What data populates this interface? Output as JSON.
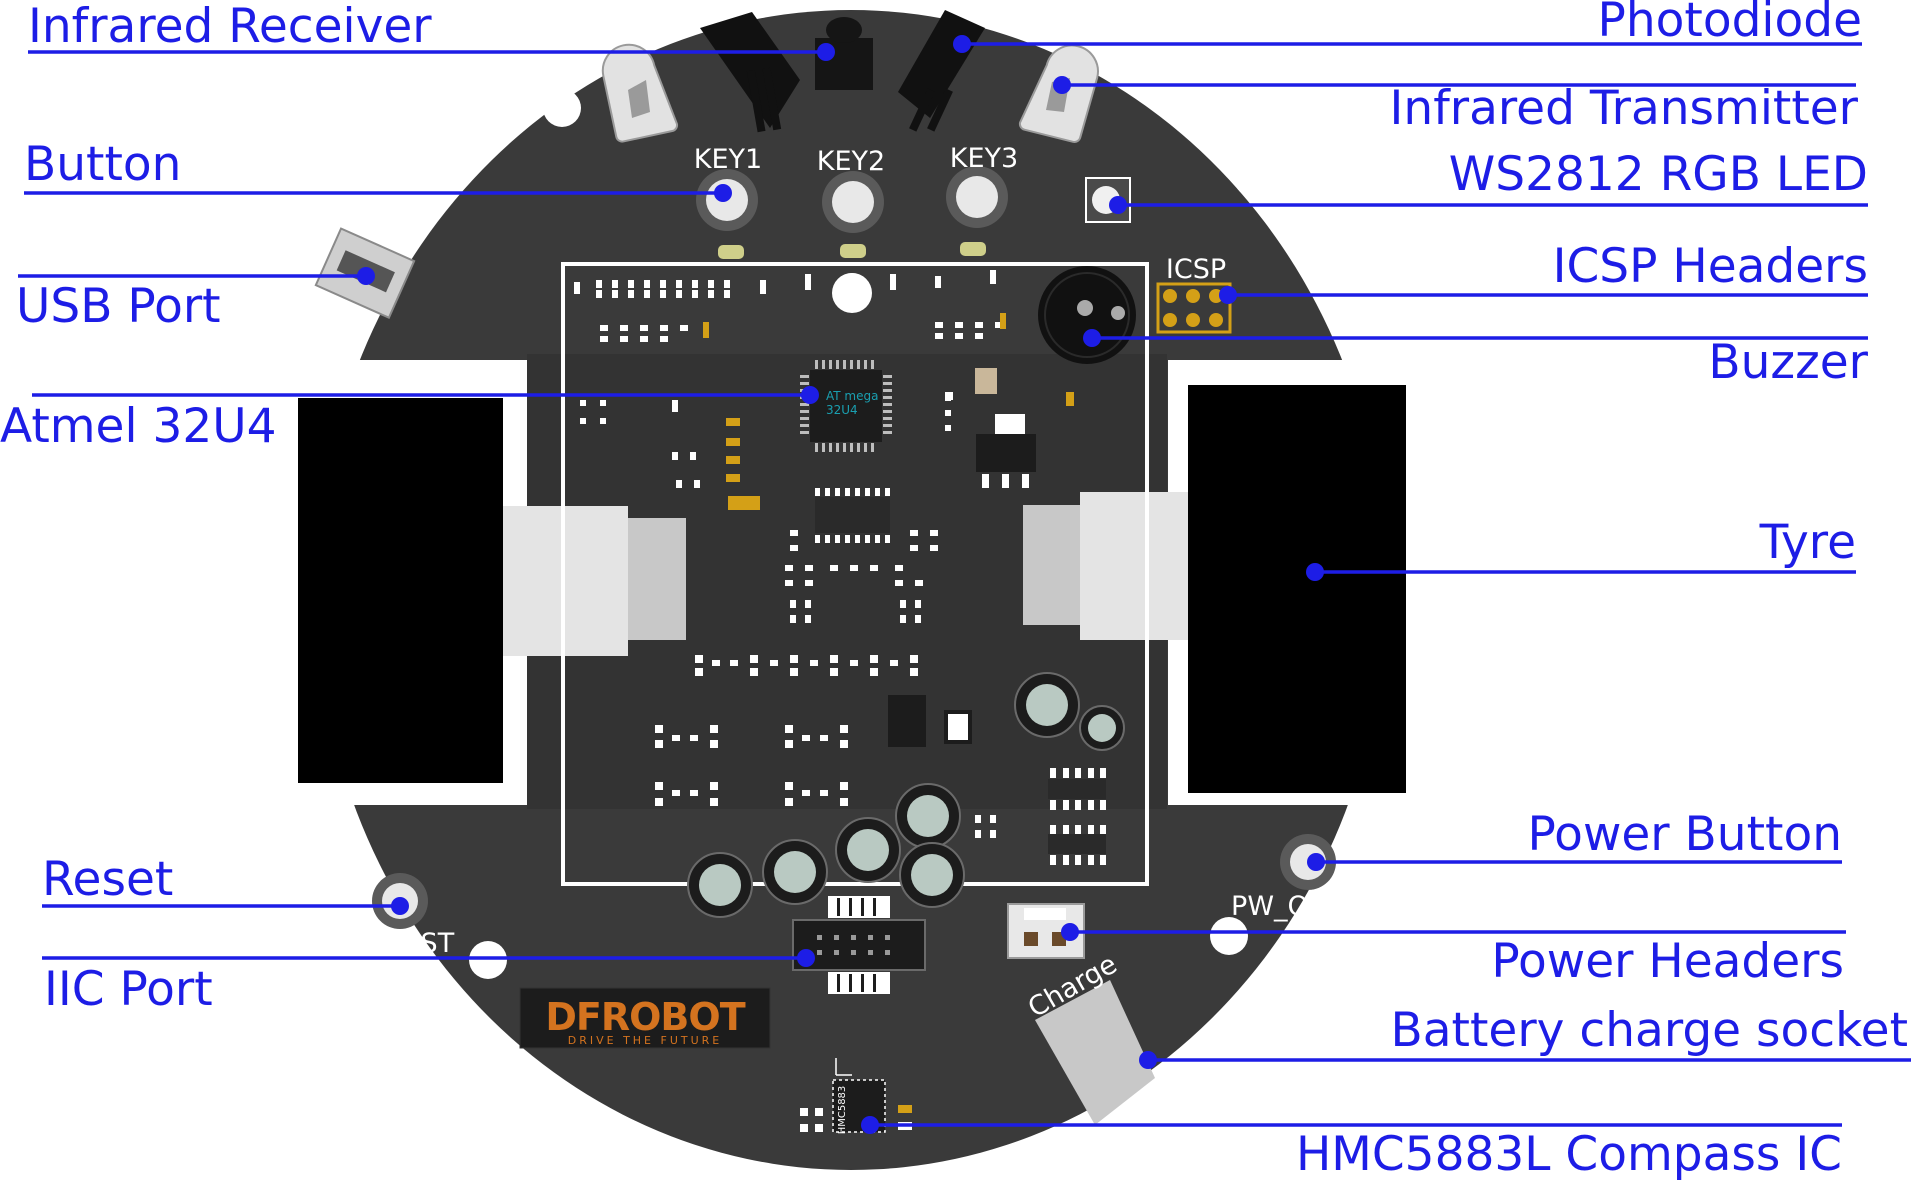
{
  "board": {
    "key_labels": [
      "KEY1",
      "KEY2",
      "KEY3"
    ],
    "icsp_label": "ICSP",
    "chip_label_line1": "AT mega",
    "chip_label_line2": "32U4",
    "rst_label": "RST",
    "pw_on_label": "PW_ON",
    "charge_label": "Charge",
    "logo_main": "DFROBOT",
    "logo_tagline": "DRIVE THE FUTURE",
    "compass_chip_label": "HMC5883"
  },
  "callouts": {
    "infrared_receiver": "Infrared Receiver",
    "photodiode": "Photodiode",
    "infrared_transmitter": "Infrared Transmitter",
    "button": "Button",
    "ws2812": "WS2812 RGB LED",
    "usb_port": "USB Port",
    "icsp_headers": "ICSP Headers",
    "buzzer": "Buzzer",
    "atmel": "Atmel 32U4",
    "tyre": "Tyre",
    "power_button": "Power Button",
    "reset": "Reset",
    "iic_port": "IIC Port",
    "power_headers": "Power Headers",
    "battery_socket": "Battery charge socket",
    "compass": "HMC5883L Compass IC"
  },
  "colors": {
    "label": "#1d1de6",
    "board": "#3a3a3a",
    "tyre": "#000000",
    "hub": "#d4d4d4",
    "copper": "#d4a017"
  }
}
